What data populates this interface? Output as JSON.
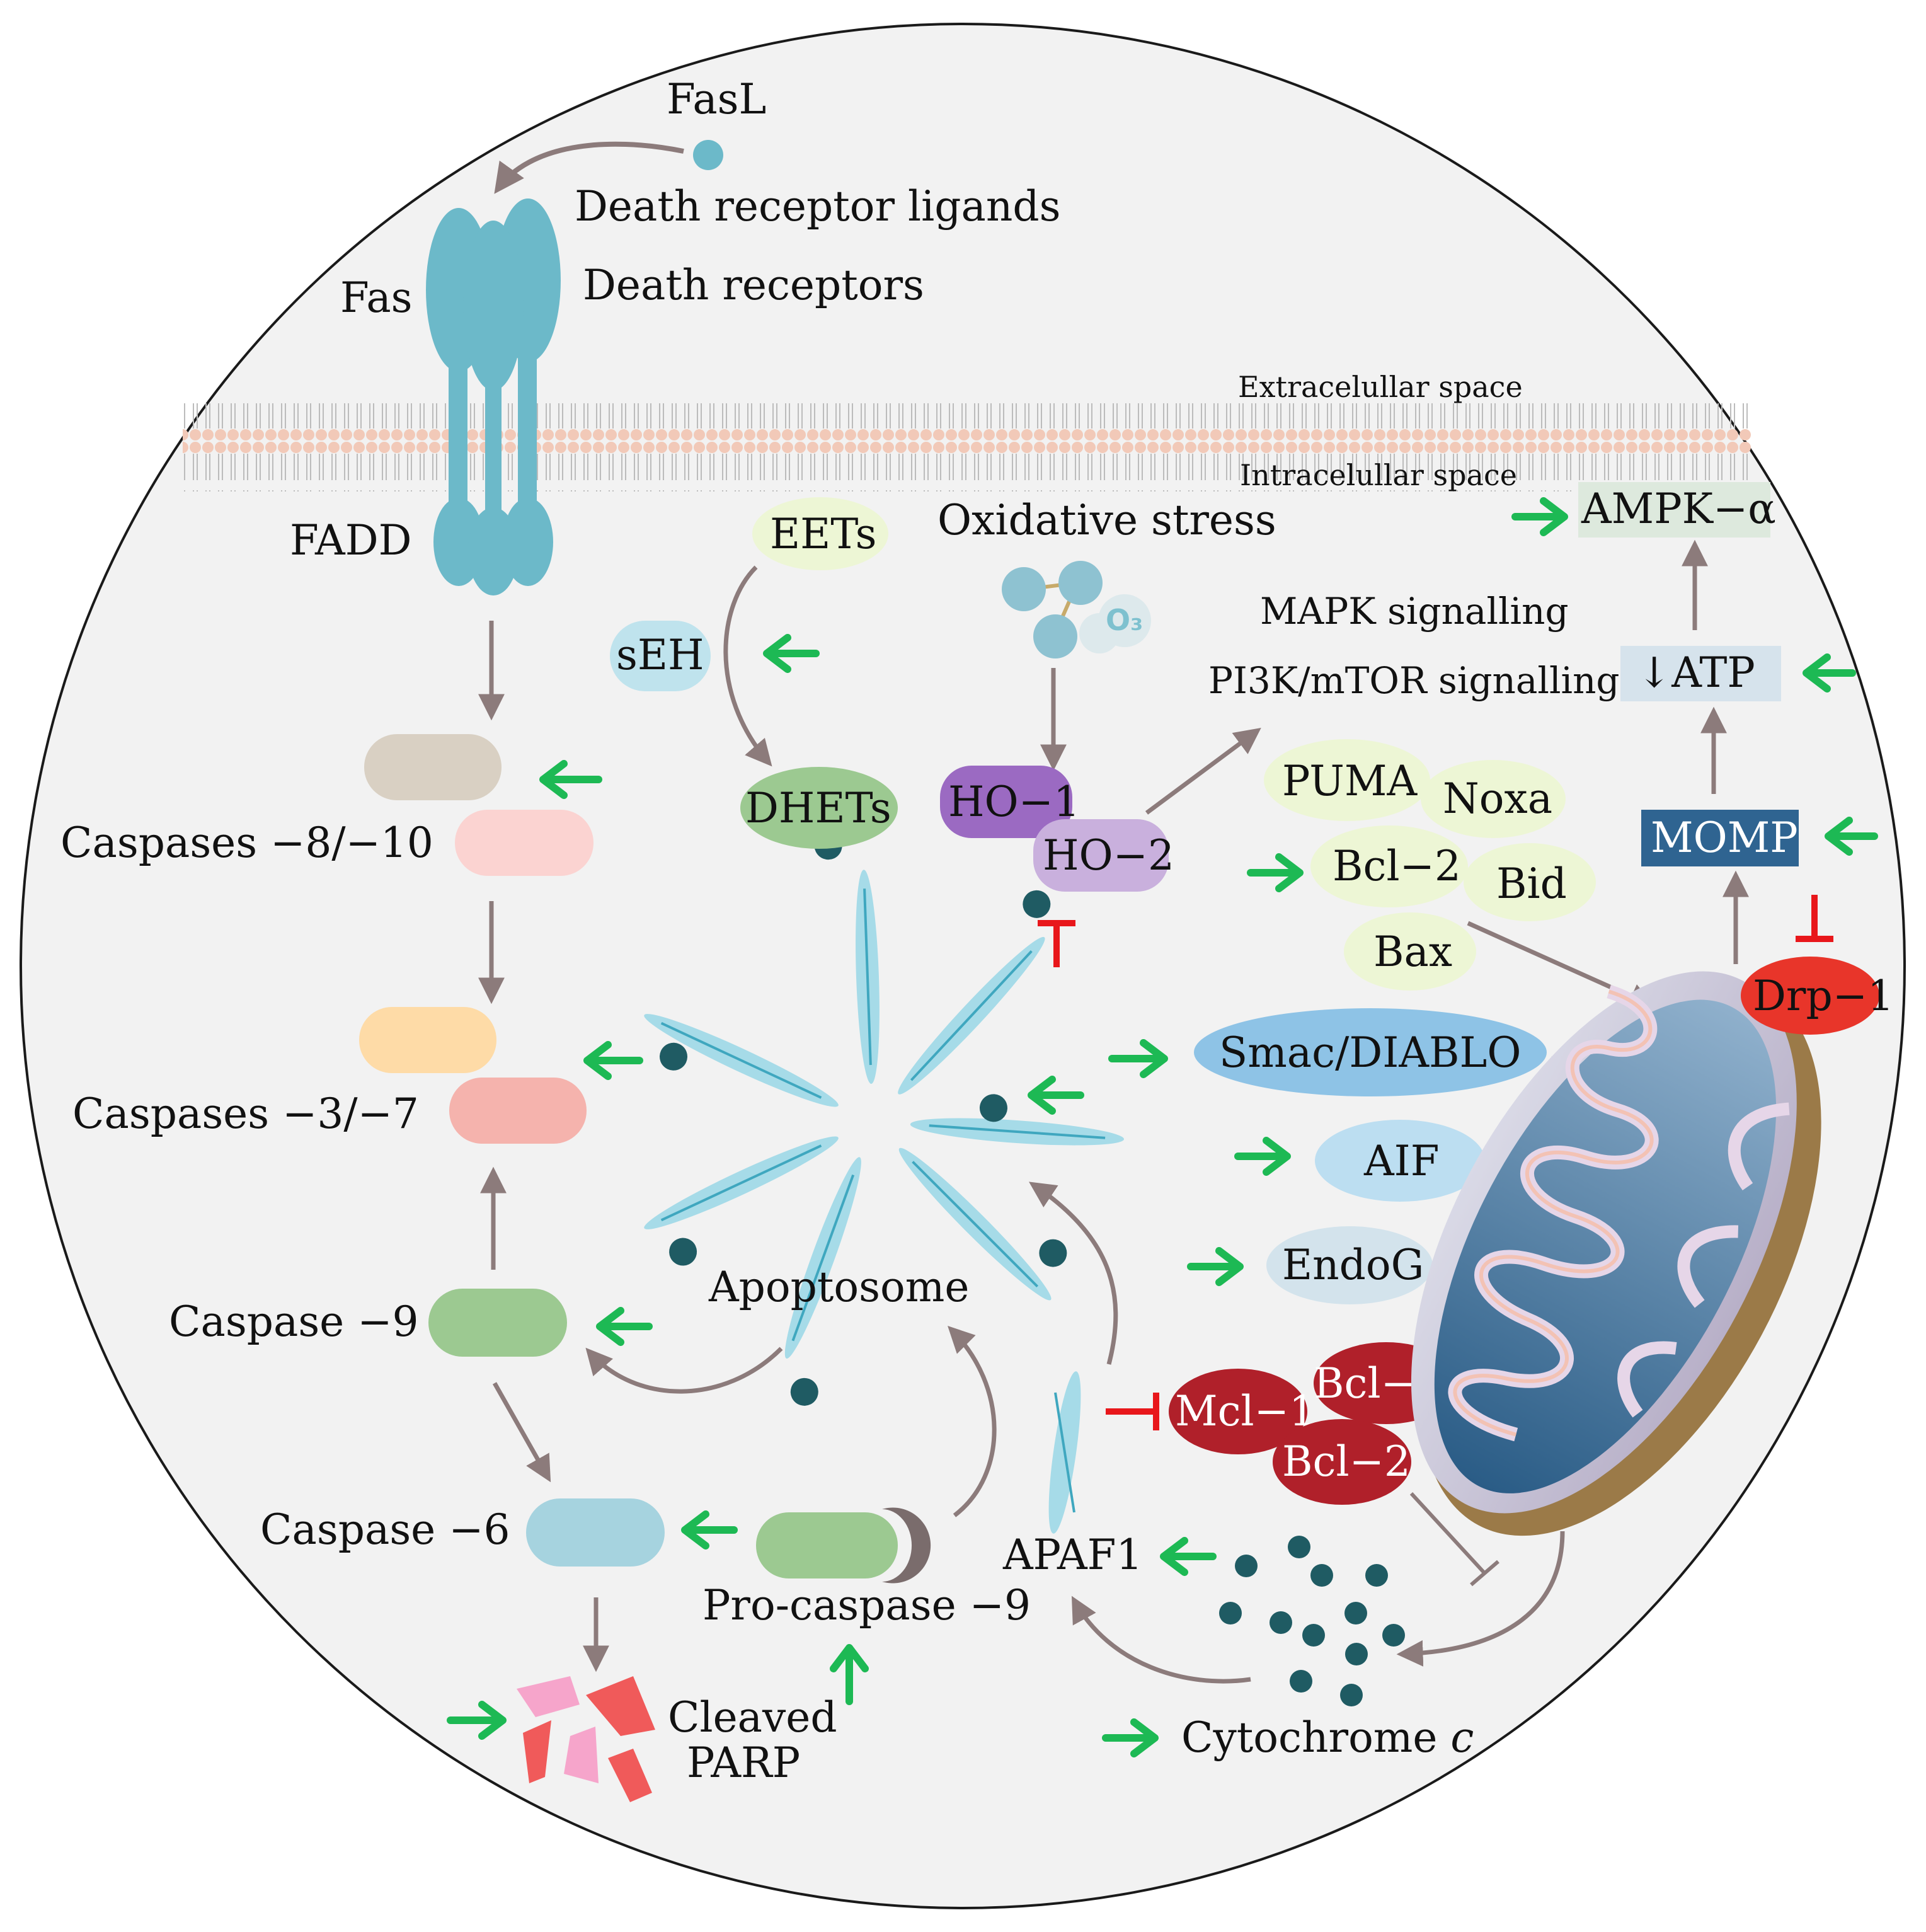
{
  "labels": {
    "fasl": "FasL",
    "death_receptor_ligands": "Death receptor ligands",
    "death_receptors": "Death receptors",
    "fas": "Fas",
    "fadd": "FADD",
    "extracellular": "Extracelullar space",
    "intracellular": "Intracelullar space",
    "ampk": "AMPK−α",
    "atp": "↓ATP",
    "momp": "MOMP",
    "drp1": "Drp−1",
    "eets": "EETs",
    "seh": "sEH",
    "dhets": "DHETs",
    "oxidative_stress": "Oxidative stress",
    "o3": "O₃",
    "mapk": "MAPK signalling",
    "pi3k": "PI3K/mTOR signalling",
    "ho1": "HO−1",
    "ho2": "HO−2",
    "puma": "PUMA",
    "noxa": "Noxa",
    "bcl2_pro": "Bcl−2",
    "bid": "Bid",
    "bax": "Bax",
    "caspases_8_10": "Caspases −8/−10",
    "caspases_3_7": "Caspases −3/−7",
    "caspase_9": "Caspase −9",
    "caspase_6": "Caspase −6",
    "apoptosome": "Apoptosome",
    "pro_caspase_9": "Pro-caspase −9",
    "cleaved": "Cleaved",
    "parp": "PARP",
    "apaf1": "APAF1",
    "cytochrome": "Cytochrome ",
    "cytochrome_c": "c",
    "smac": "Smac/DIABLO",
    "aif": "AIF",
    "endog": "EndoG",
    "mcl1": "Mcl−1",
    "bclxl": "Bcl−Xl",
    "bcl2_anti": "Bcl−2"
  },
  "colors": {
    "background": "#f2f2f2",
    "arrow_gray": "#8c7b7b",
    "arrow_green": "#1db954",
    "inhibit_red": "#e8171b",
    "receptor": "#6cb9c9",
    "momp_box": "#2f6491",
    "anti_apoptotic": "#b0202a",
    "drp1": "#e8352a"
  }
}
